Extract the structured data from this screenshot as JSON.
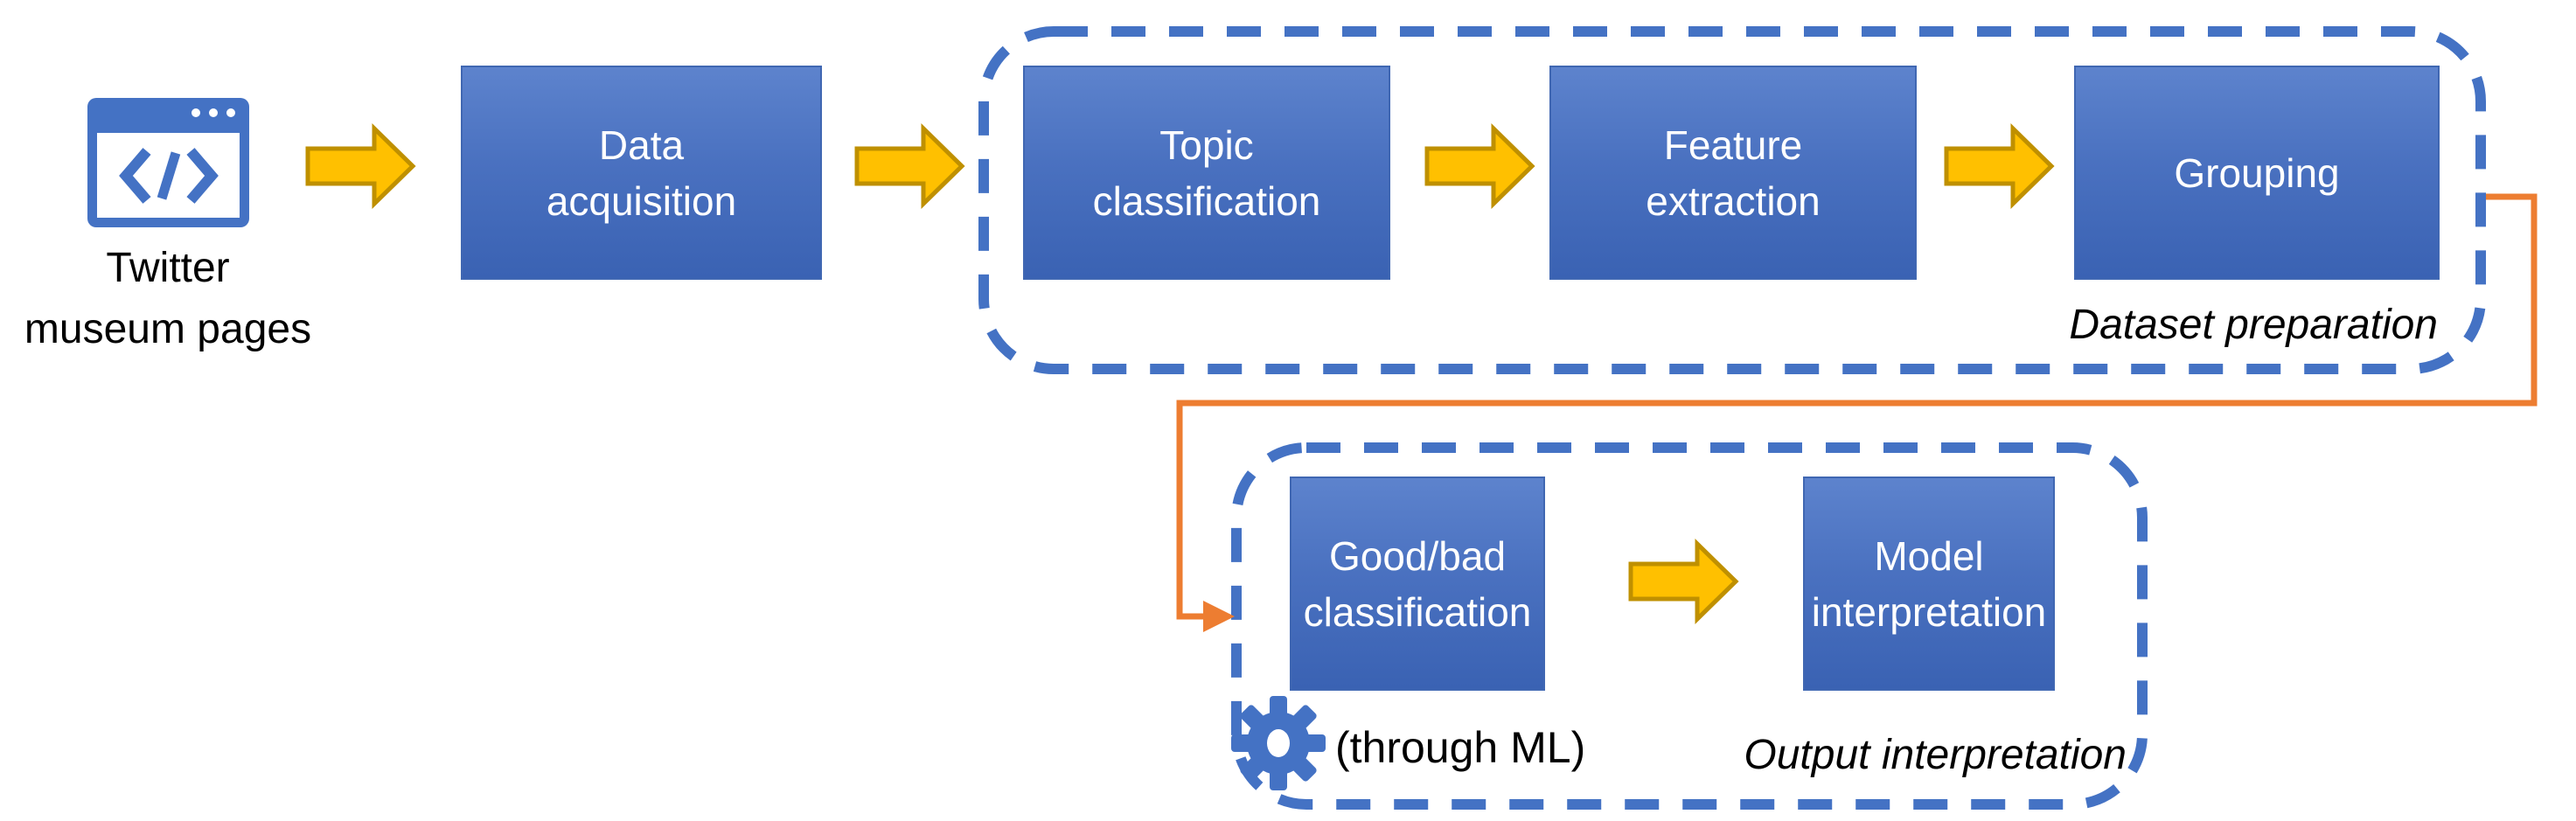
{
  "flow": {
    "source": {
      "icon": "browser-code-icon",
      "line1": "Twitter",
      "line2": "museum pages"
    },
    "steps": {
      "data_acquisition": {
        "line1": "Data",
        "line2": "acquisition"
      },
      "topic_classification": {
        "line1": "Topic",
        "line2": "classification"
      },
      "feature_extraction": {
        "line1": "Feature",
        "line2": "extraction"
      },
      "grouping": {
        "line1": "Grouping",
        "line2": ""
      },
      "good_bad_classification": {
        "line1": "Good/bad",
        "line2": "classification"
      },
      "model_interpretation": {
        "line1": "Model",
        "line2": "interpretation"
      }
    },
    "groups": {
      "dataset_preparation": {
        "label": "Dataset preparation"
      },
      "output_interpretation": {
        "label": "Output interpretation"
      }
    },
    "notes": {
      "through_ml": "(through ML)",
      "through_ml_icon": "gear-icon"
    },
    "icons": {
      "flow_arrow": "flow-arrow-icon",
      "connector": "elbow-connector-arrow"
    },
    "colors": {
      "box_fill_top": "#5d83cd",
      "box_fill_bottom": "#3a62b3",
      "box_border": "#4067b2",
      "dashed_border_blue": "#4472C4",
      "arrow_fill": "#FFC000",
      "arrow_stroke": "#BF9000",
      "connector_orange": "#ED7D31",
      "icon_blue": "#4472C4",
      "box_text": "#FFFFFF",
      "label_text": "#000000",
      "background": "#FFFFFF"
    }
  }
}
